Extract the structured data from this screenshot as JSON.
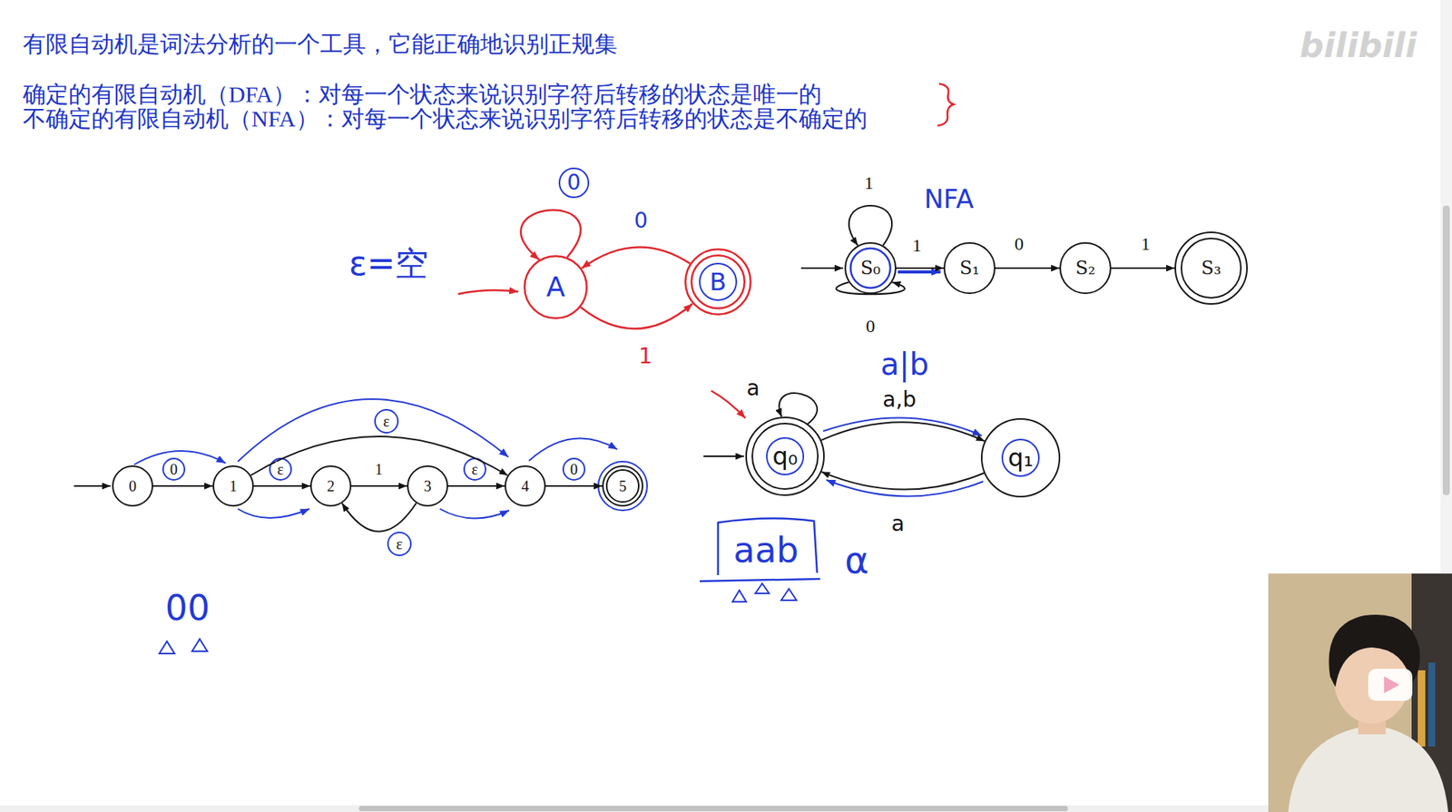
{
  "diagram": {
    "nodes": [
      {
        "text": [
          "A"
        ]
      },
      {
        "text": [
          "B"
        ]
      },
      {
        "text": [
          "S₀"
        ]
      },
      {
        "text": [
          "S₁"
        ]
      },
      {
        "text": [
          "S₂"
        ]
      },
      {
        "text": [
          "S₃"
        ]
      },
      {
        "text": [
          "0"
        ]
      },
      {
        "text": [
          "1"
        ]
      },
      {
        "text": [
          "2"
        ]
      },
      {
        "text": [
          "3"
        ]
      },
      {
        "text": [
          "4"
        ]
      },
      {
        "text": [
          "5"
        ]
      },
      {
        "text": [
          "q₀"
        ]
      },
      {
        "text": [
          "q₁"
        ]
      }
    ],
    "edges": [
      {
        "from": 0,
        "to": 0,
        "arrow": "to",
        "label": "0"
      },
      {
        "from": 1,
        "to": 0,
        "arrow": "to",
        "label": "0"
      },
      {
        "from": 0,
        "to": 1,
        "arrow": "to",
        "label": "1"
      },
      {
        "from": 2,
        "to": 2,
        "arrow": "to",
        "label": "1"
      },
      {
        "from": 2,
        "to": 2,
        "arrow": "to",
        "label": "0"
      },
      {
        "from": 2,
        "to": 3,
        "arrow": "to",
        "label": "1"
      },
      {
        "from": 3,
        "to": 4,
        "arrow": "to",
        "label": "0"
      },
      {
        "from": 4,
        "to": 5,
        "arrow": "to",
        "label": "1"
      },
      {
        "from": 6,
        "to": 7,
        "arrow": "to",
        "label": "0"
      },
      {
        "from": 7,
        "to": 8,
        "arrow": "to",
        "label": "ε"
      },
      {
        "from": 8,
        "to": 9,
        "arrow": "to",
        "label": "1"
      },
      {
        "from": 9,
        "to": 10,
        "arrow": "to",
        "label": "ε"
      },
      {
        "from": 10,
        "to": 11,
        "arrow": "to",
        "label": "0"
      },
      {
        "from": 7,
        "to": 10,
        "arrow": "to",
        "label": "ε"
      },
      {
        "from": 9,
        "to": 8,
        "arrow": "to",
        "label": "ε"
      },
      {
        "from": 12,
        "to": 12,
        "arrow": "to",
        "label": "a"
      },
      {
        "from": 12,
        "to": 13,
        "arrow": "to",
        "label": "a,b"
      },
      {
        "from": 13,
        "to": 12,
        "arrow": "to",
        "label": "a"
      }
    ],
    "labels": [
      "有限自动机是词法分析的一个工具，它能正确地识别正规集",
      "确定的有限自动机（DFA）：对每一个状态来说识别字符后转移的状态是唯一的",
      "不确定的有限自动机（NFA）：对每一个状态来说识别字符后转移的状态是不确定的",
      "bilibili",
      "ε=空",
      "NFA",
      "a|b",
      "aab",
      "α",
      "00"
    ]
  }
}
